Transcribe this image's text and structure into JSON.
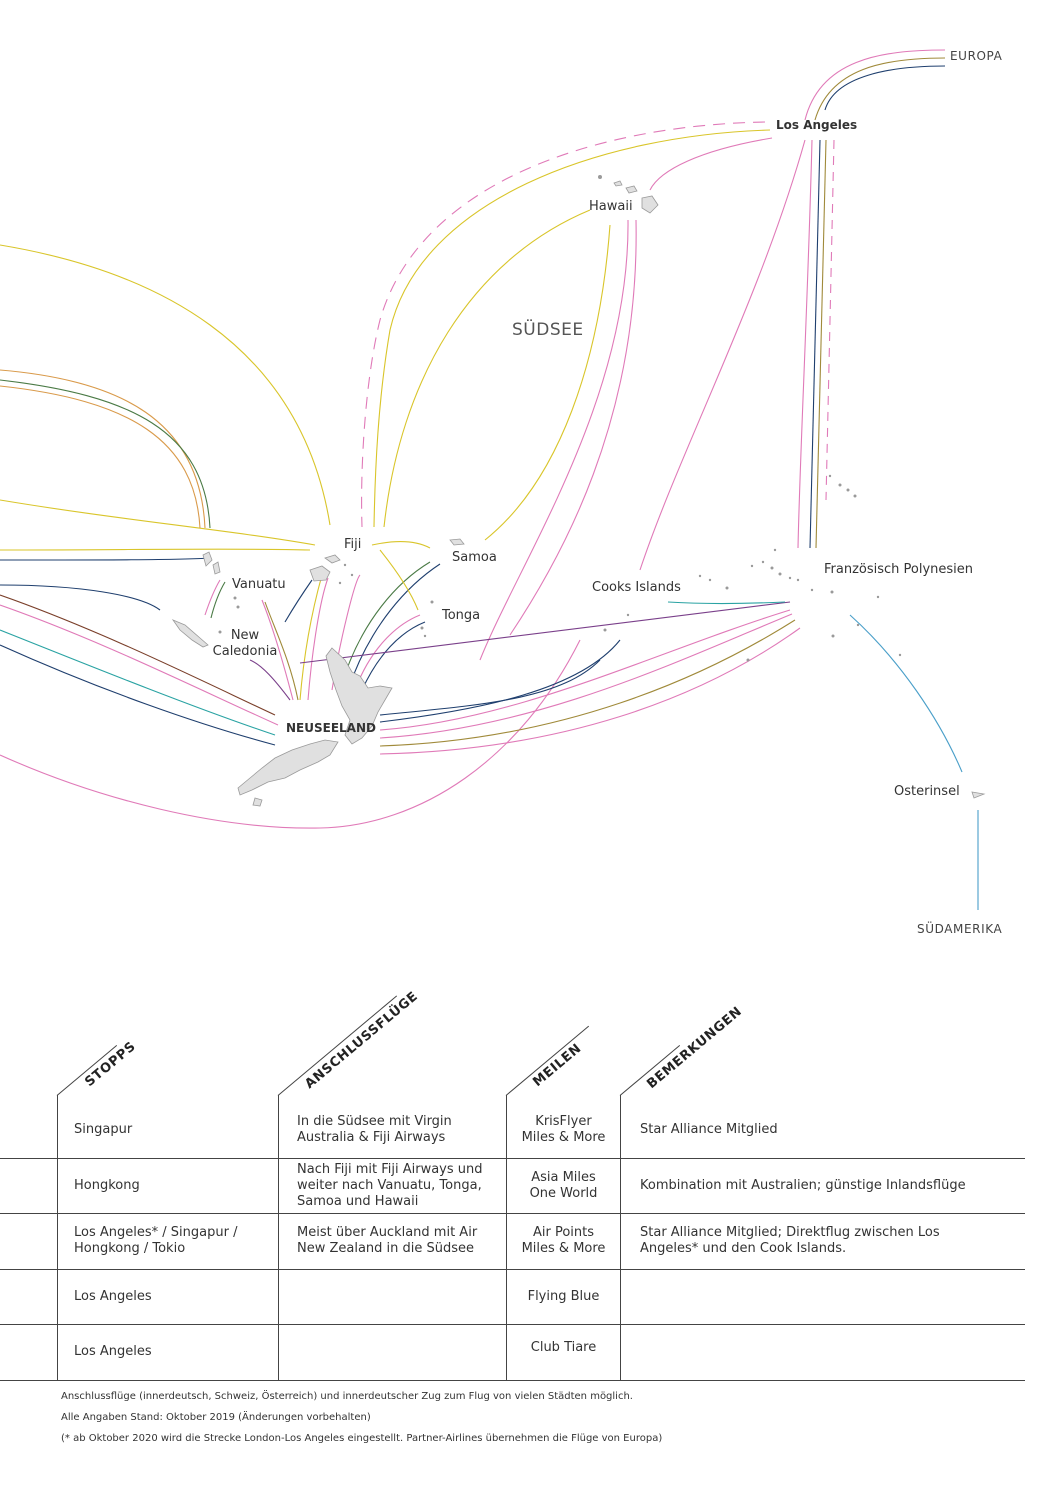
{
  "map": {
    "region_label": "SÜDSEE",
    "labels": {
      "europa": "EUROPA",
      "los_angeles": "Los Angeles",
      "hawaii": "Hawaii",
      "fiji": "Fiji",
      "samoa": "Samoa",
      "vanuatu": "Vanuatu",
      "tonga": "Tonga",
      "new_caledonia_1": "New",
      "new_caledonia_2": "Caledonia",
      "cooks_islands": "Cooks Islands",
      "franz_polynesien": "Französisch Polynesien",
      "neuseeland": "NEUSEELAND",
      "osterinsel": "Osterinsel",
      "suedamerika": "SÜDAMERIKA"
    },
    "route_colors": {
      "pink": "#e07ab8",
      "yellow": "#d9c52a",
      "orange": "#d99a4a",
      "navy": "#1f3f6e",
      "green": "#4a7a45",
      "teal": "#2aa3a3",
      "purple": "#7a3f8a",
      "brown": "#7a3f2a",
      "blue": "#4a9fc9",
      "olive": "#a08a3a"
    }
  },
  "table": {
    "headers": {
      "stopps": "STOPPS",
      "anschlussfluege": "ANSCHLUSSFLÜGE",
      "meilen": "MEILEN",
      "bemerkungen": "BEMERKUNGEN"
    },
    "rows": [
      {
        "stopps": "Singapur",
        "anschluss": "In die Südsee mit Virgin Australia & Fiji Airways",
        "meilen_1": "KrisFlyer",
        "meilen_2": "Miles & More",
        "bemerkung": "Star Alliance Mitglied"
      },
      {
        "stopps": "Hongkong",
        "anschluss": "Nach Fiji mit Fiji Airways und weiter nach Vanuatu, Tonga, Samoa und Hawaii",
        "meilen_1": "Asia Miles",
        "meilen_2": "One World",
        "bemerkung": "Kombination mit Australien; günstige Inlandsflüge"
      },
      {
        "stopps": "Los Angeles* / Singapur / Hongkong / Tokio",
        "anschluss": "Meist über Auckland mit Air New Zealand in die Südsee",
        "meilen_1": "Air Points",
        "meilen_2": "Miles & More",
        "bemerkung": "Star Alliance Mitglied; Direktflug zwischen Los Angeles* und den Cook Islands."
      },
      {
        "stopps": "Los Angeles",
        "anschluss": "",
        "meilen_1": "Flying Blue",
        "meilen_2": "",
        "bemerkung": ""
      },
      {
        "stopps": "Los Angeles",
        "anschluss": "",
        "meilen_1": "Club Tiare",
        "meilen_2": "",
        "bemerkung": ""
      }
    ]
  },
  "footnotes": [
    "Anschlussflüge (innerdeutsch, Schweiz, Österreich) und innerdeutscher Zug zum Flug von vielen Städten möglich.",
    "Alle Angaben Stand: Oktober 2019 (Änderungen vorbehalten)",
    "(* ab Oktober 2020 wird die Strecke London-Los Angeles eingestellt. Partner-Airlines übernehmen die Flüge von Europa)"
  ]
}
